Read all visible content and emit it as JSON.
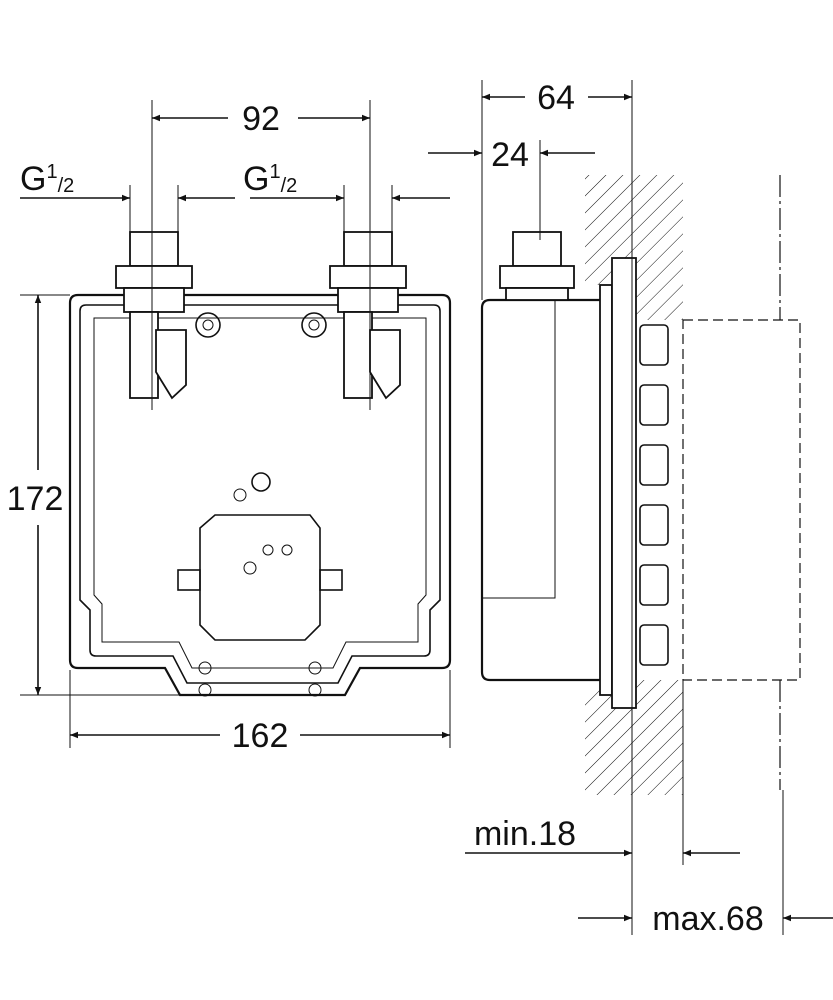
{
  "dimensions": {
    "inlet_spacing": "92",
    "thread_left": {
      "main": "G",
      "sup": "1",
      "sub": "/2"
    },
    "thread_right": {
      "main": "G",
      "sup": "1",
      "sub": "/2"
    },
    "depth_total": "64",
    "depth_inlet": "24",
    "height": "172",
    "width": "162",
    "wall_min": "min.18",
    "wall_max": "max.68"
  }
}
